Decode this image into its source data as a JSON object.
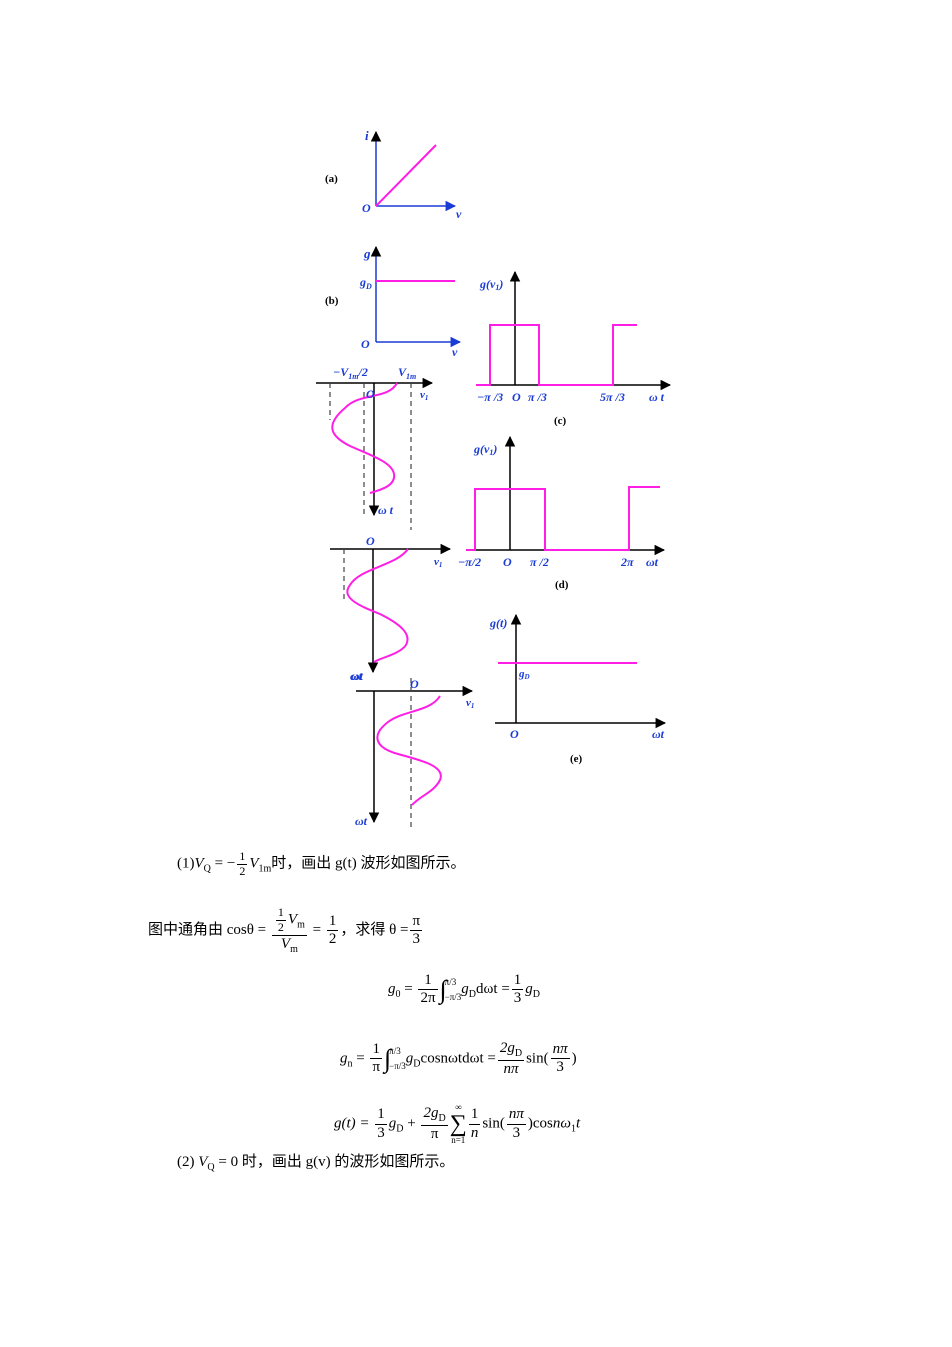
{
  "figure": {
    "a": {
      "panel": "(a)",
      "y_axis": "i",
      "x_axis": "v",
      "origin": "O"
    },
    "b": {
      "panel": "(b)",
      "y_axis": "g",
      "level": "g",
      "level_sub": "D",
      "origin": "O",
      "x_axis": "v",
      "x_axis2": "v",
      "x_axis2_sub": "1",
      "tick_left": "−V",
      "tick_left_sub": "1m",
      "tick_left_tail": "/2",
      "tick_right": "V",
      "tick_right_sub": "1m",
      "origin2": "O",
      "time_axis": "ω t"
    },
    "c": {
      "panel": "(c)",
      "y_axis": "g(v",
      "y_axis_sub": "1",
      "y_axis_tail": ")",
      "ticks": [
        "−π /3",
        "O",
        "π /3",
        "5π /3"
      ],
      "x_axis": "ω t"
    },
    "d": {
      "panel": "(d)",
      "y_axis": "g(v",
      "y_axis_sub": "1",
      "y_axis_tail": ")",
      "ticks": [
        "−π/2",
        "O",
        "π /2",
        "2π"
      ],
      "x_axis": "ωt",
      "origin": "O",
      "x_axis2": "v",
      "x_axis2_sub": "1",
      "time_axis": "ωt"
    },
    "e": {
      "panel": "(e)",
      "y_axis": "g(t)",
      "level": "g",
      "level_sub": "D",
      "origin": "O",
      "x_axis": "ωt",
      "origin2": "O",
      "x_axis2": "v",
      "x_axis2_sub": "1",
      "time_axis": "ωt"
    }
  },
  "text": {
    "line1_prefix": "(1)",
    "line1_cond_head": "V",
    "line1_cond_sub": "Q",
    "line1_eq": " = −",
    "line1_frac_num": "1",
    "line1_frac_den": "2",
    "line1_v": "V",
    "line1_v_sub": "1m",
    "line1_tail": "时，画出 g(t) 波形如图所示。",
    "line2_head": "图中通角由 cosθ =",
    "line2_inner_num": "1",
    "line2_inner_den": "2",
    "line2_vm": "V",
    "line2_vm_sub": "m",
    "line2_den": "V",
    "line2_den_sub": "m",
    "line2_eq": " = ",
    "line2_half_num": "1",
    "line2_half_den": "2",
    "line2_mid": "，求得 θ =",
    "line2_pi_num": "π",
    "line2_pi_den": "3",
    "eq1_lhs": "g",
    "eq1_lhs_sub": "0",
    "eq1_eq": " = ",
    "eq1_c_num": "1",
    "eq1_c_den": "2π",
    "eq1_up": "π/3",
    "eq1_lo": "−π/3",
    "eq1_body": "g",
    "eq1_body_sub": "D",
    "eq1_body_tail": "dωt =",
    "eq1_r_num": "1",
    "eq1_r_den": "3",
    "eq1_rhs": "g",
    "eq1_rhs_sub": "D",
    "eq2_lhs": "g",
    "eq2_lhs_sub": "n",
    "eq2_eq": " = ",
    "eq2_c_num": "1",
    "eq2_c_den": "π",
    "eq2_up": "π/3",
    "eq2_lo": "−π/3",
    "eq2_body": "g",
    "eq2_body_sub": "D",
    "eq2_body_tail": "cosnωtdωt =",
    "eq2_r_num": "2g",
    "eq2_r_num_sub": "D",
    "eq2_r_den": "nπ",
    "eq2_sin": "sin(",
    "eq2_a_num": "nπ",
    "eq2_a_den": "3",
    "eq2_close": ")",
    "eq3_lhs": "g(t) = ",
    "eq3_f_num": "1",
    "eq3_f_den": "3",
    "eq3_g": "g",
    "eq3_g_sub": "D",
    "eq3_plus": " + ",
    "eq3_c_num": "2g",
    "eq3_c_num_sub": "D",
    "eq3_c_den": "π",
    "eq3_sum_top": "∞",
    "eq3_sum": "∑",
    "eq3_sum_bot": "n=1",
    "eq3_n_num": "1",
    "eq3_n_den": "n",
    "eq3_sin": "sin(",
    "eq3_a_num": "nπ",
    "eq3_a_den": "3",
    "eq3_tail": ")cos",
    "eq3_tail2": "nω",
    "eq3_tail2_sub": "1",
    "eq3_tail3": "t",
    "line3_prefix": "(2) ",
    "line3_v": "V",
    "line3_v_sub": "Q",
    "line3_tail": " = 0 时，画出 g(v) 的波形如图所示。"
  }
}
